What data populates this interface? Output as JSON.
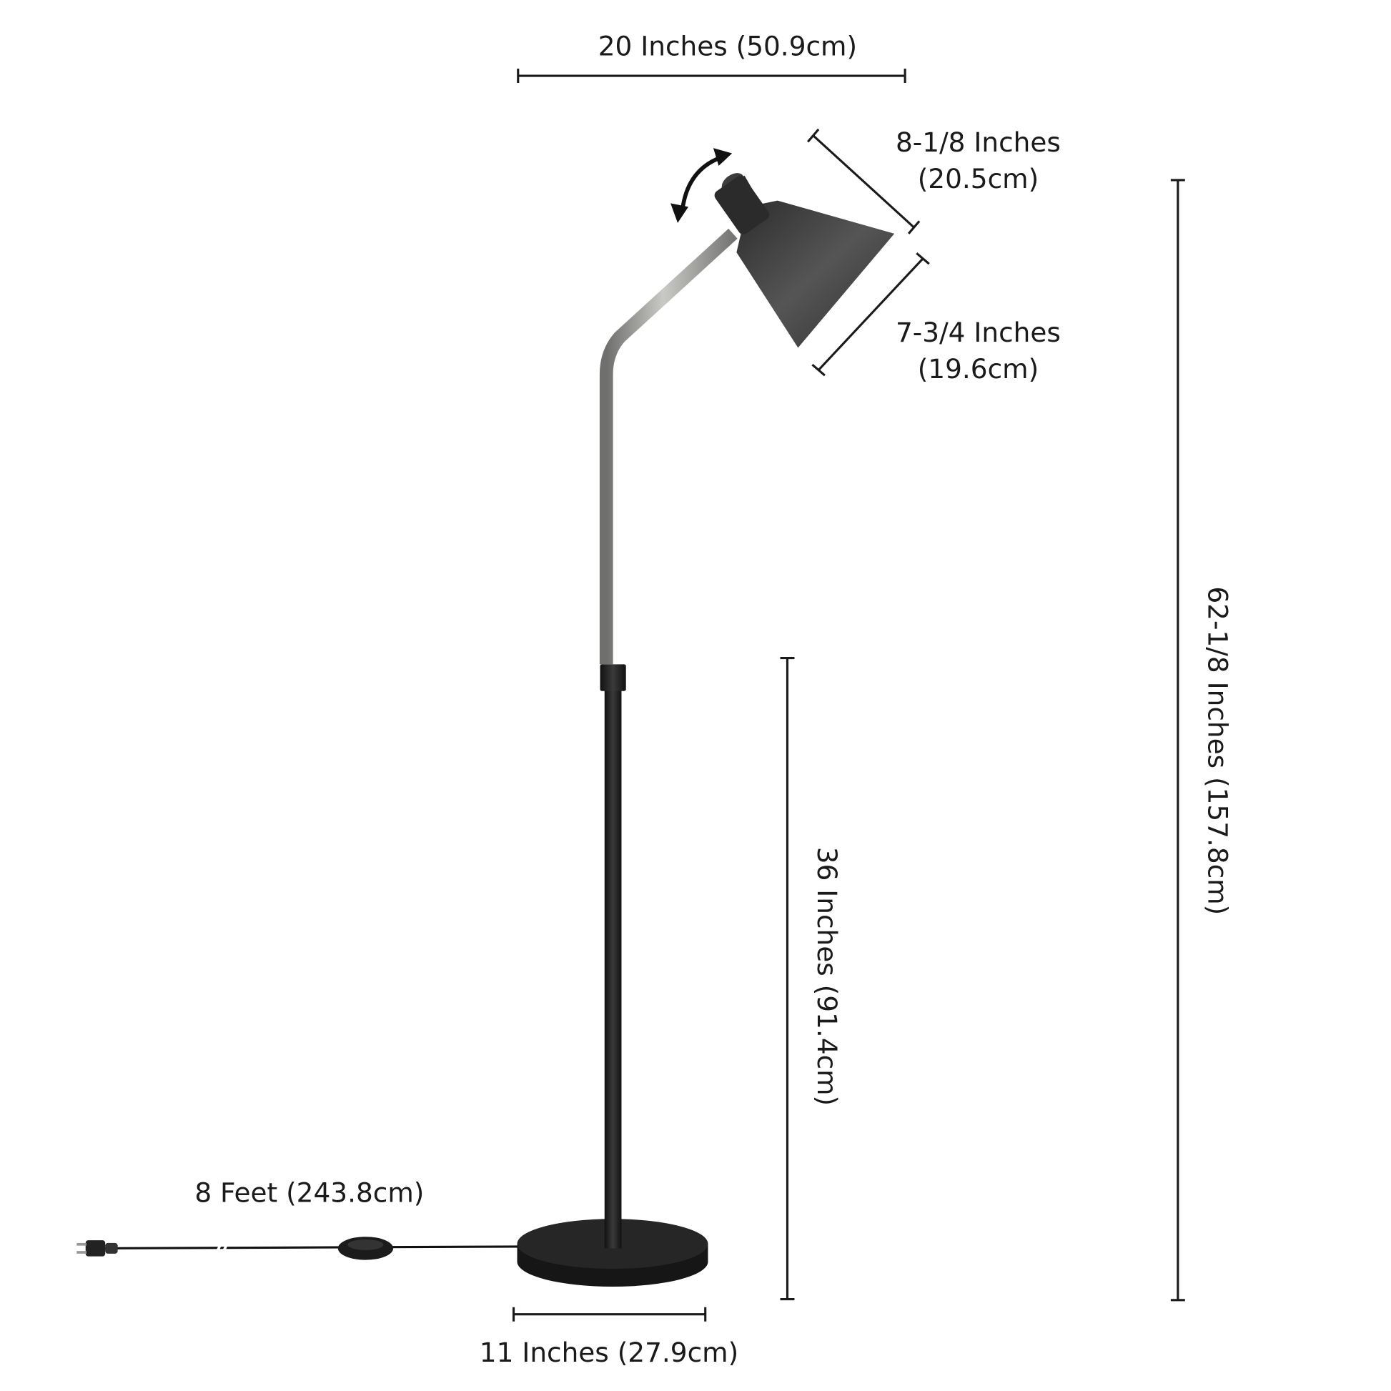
{
  "dimensions": {
    "overall_width": "20 Inches (50.9cm)",
    "shade_length": {
      "line1": "8-1/8 Inches",
      "line2": "(20.5cm)"
    },
    "shade_diameter": {
      "line1": "7-3/4 Inches",
      "line2": "(19.6cm)"
    },
    "overall_height": "62-1/8 Inches (157.8cm)",
    "lower_pole_height": "36 Inches (91.4cm)",
    "cord_length": "8 Feet (243.8cm)",
    "base_diameter": "11 Inches (27.9cm)"
  },
  "colors": {
    "shade": "#3a3a3a",
    "pole_black": "#1f1f1f",
    "pole_silver": "#9a9a98",
    "line": "#1a1a1a"
  }
}
